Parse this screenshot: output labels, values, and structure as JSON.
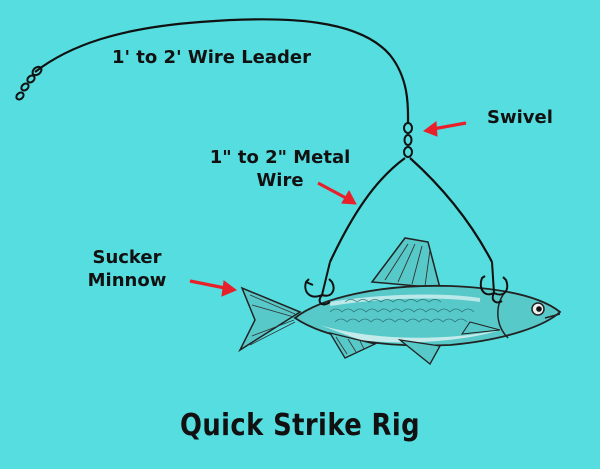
{
  "title": "Quick Strike Rig",
  "labels": {
    "wire_leader": "1' to 2' Wire Leader",
    "swivel": "Swivel",
    "metal_wire_line1": "1\" to 2\" Metal",
    "metal_wire_line2": "Wire",
    "minnow_line1": "Sucker",
    "minnow_line2": "Minnow"
  },
  "colors": {
    "background": "#55dde0",
    "arrow": "#e8202a",
    "wire": "#111111",
    "fish_body": "#58c9c9",
    "fish_belly": "#cfeeee"
  },
  "icons": [
    "snap-swivel-icon",
    "swivel-icon",
    "treble-hook-icon",
    "arrow-icon",
    "minnow-icon"
  ]
}
